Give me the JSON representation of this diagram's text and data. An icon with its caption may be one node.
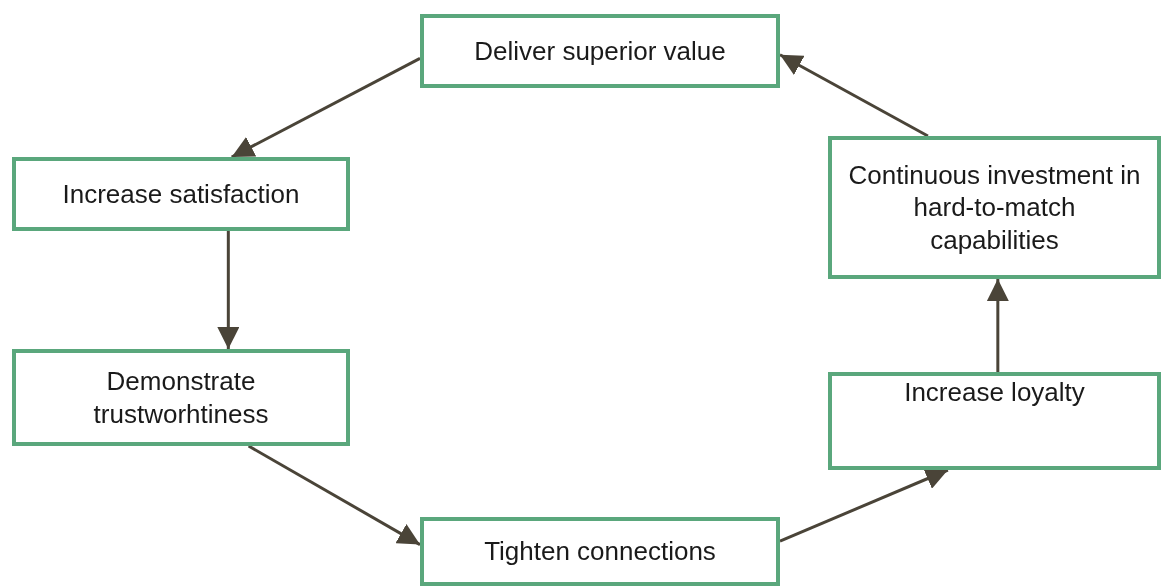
{
  "diagram": {
    "nodes": [
      {
        "text": [
          "Deliver superior value"
        ]
      },
      {
        "text": [
          "Increase satisfaction"
        ]
      },
      {
        "text": [
          "Demonstrate trustworhtiness"
        ]
      },
      {
        "text": [
          "Tighten connections"
        ]
      },
      {
        "text": [
          "Increase loyalty"
        ]
      },
      {
        "text": [
          "Continuous investment in hard-to-match capabilities"
        ]
      }
    ],
    "edges": [
      {
        "from": 0,
        "to": 1,
        "arrow": "to"
      },
      {
        "from": 1,
        "to": 2,
        "arrow": "to"
      },
      {
        "from": 2,
        "to": 3,
        "arrow": "to"
      },
      {
        "from": 3,
        "to": 4,
        "arrow": "to"
      },
      {
        "from": 4,
        "to": 5,
        "arrow": "to"
      },
      {
        "from": 5,
        "to": 0,
        "arrow": "to"
      }
    ]
  }
}
